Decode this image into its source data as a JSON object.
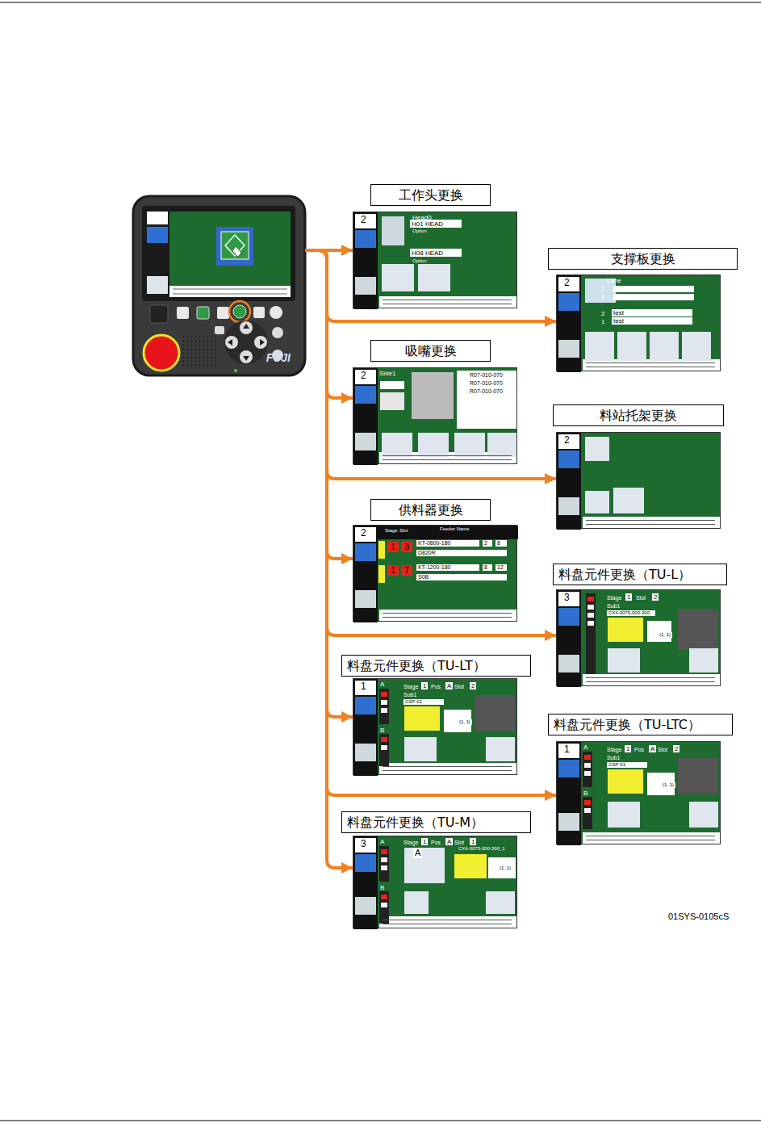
{
  "diagram": {
    "nodes": [
      {
        "text": [
          "FUJI"
        ]
      },
      {
        "text": [
          "工作头更换"
        ]
      },
      {
        "text": [
          "支撑板更换"
        ]
      },
      {
        "text": [
          "吸嘴更换"
        ]
      },
      {
        "text": [
          "料站托架更换"
        ]
      },
      {
        "text": [
          "供料器更换"
        ]
      },
      {
        "text": [
          "料盘元件更换（TU-L）"
        ]
      },
      {
        "text": [
          "料盘元件更换（TU-LT）"
        ]
      },
      {
        "text": [
          "料盘元件更换（TU-LTC）"
        ]
      },
      {
        "text": [
          "料盘元件更换（TU-M）"
        ]
      }
    ],
    "edges": [
      {
        "from": 0,
        "to": 1,
        "arrow": "to"
      },
      {
        "from": 0,
        "to": 2,
        "arrow": "to"
      },
      {
        "from": 0,
        "to": 3,
        "arrow": "to"
      },
      {
        "from": 0,
        "to": 4,
        "arrow": "to"
      },
      {
        "from": 0,
        "to": 5,
        "arrow": "to"
      },
      {
        "from": 0,
        "to": 6,
        "arrow": "to"
      },
      {
        "from": 0,
        "to": 7,
        "arrow": "to"
      },
      {
        "from": 0,
        "to": 8,
        "arrow": "to"
      },
      {
        "from": 0,
        "to": 9,
        "arrow": "to"
      }
    ],
    "labels": [
      "2",
      "Head0",
      "H01 HEAD",
      "Option",
      "H08 HEAD",
      "Option",
      "2",
      "Lane",
      "2",
      "1",
      "2",
      "test",
      "1",
      "test",
      "2",
      "Side1",
      "R07-010-070",
      "R07-010-070",
      "R07-010-070",
      "2",
      "2",
      "Stage",
      "Slot",
      "Feeder Name",
      "1",
      "3",
      "KT-0800-180",
      "2",
      "8",
      "D820R",
      "1",
      "7",
      "KT-1200-180",
      "8",
      "12",
      "S0B",
      "3",
      "Stage",
      "1",
      "Slot",
      "2",
      "Sub1",
      "CX4-0075-000-300",
      "(1, 1)",
      "1",
      "A",
      "B",
      "Stage",
      "1",
      "Pos",
      "A",
      "Slot",
      "2",
      "Sub1",
      "CSP-01",
      "(1, 1)",
      "1",
      "A",
      "B",
      "Stage",
      "1",
      "Pos",
      "A",
      "Slot",
      "2",
      "Sub1",
      "CSP-01",
      "(1, 1)",
      "3",
      "A",
      "B",
      "Stage",
      "1",
      "Pos",
      "A",
      "Slot",
      "1",
      "A",
      "CX4-0075-000-300_1",
      "(1, 1)",
      "01SYS-0105cS"
    ]
  }
}
